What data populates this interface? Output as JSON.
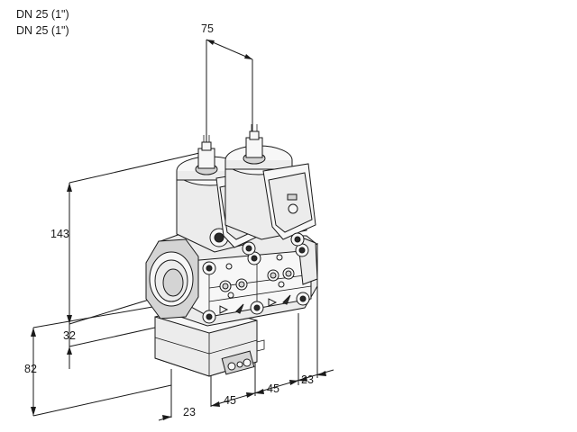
{
  "header": {
    "line1": "DN 25 (1\")",
    "line2": "DN 25 (1\")"
  },
  "dimensions": {
    "top_width": "75",
    "height_total": "143",
    "height_lower": "32",
    "height_left": "82",
    "width_bottom_left": "23",
    "width_mid1": "45",
    "width_mid2": "45",
    "width_right": "23"
  }
}
